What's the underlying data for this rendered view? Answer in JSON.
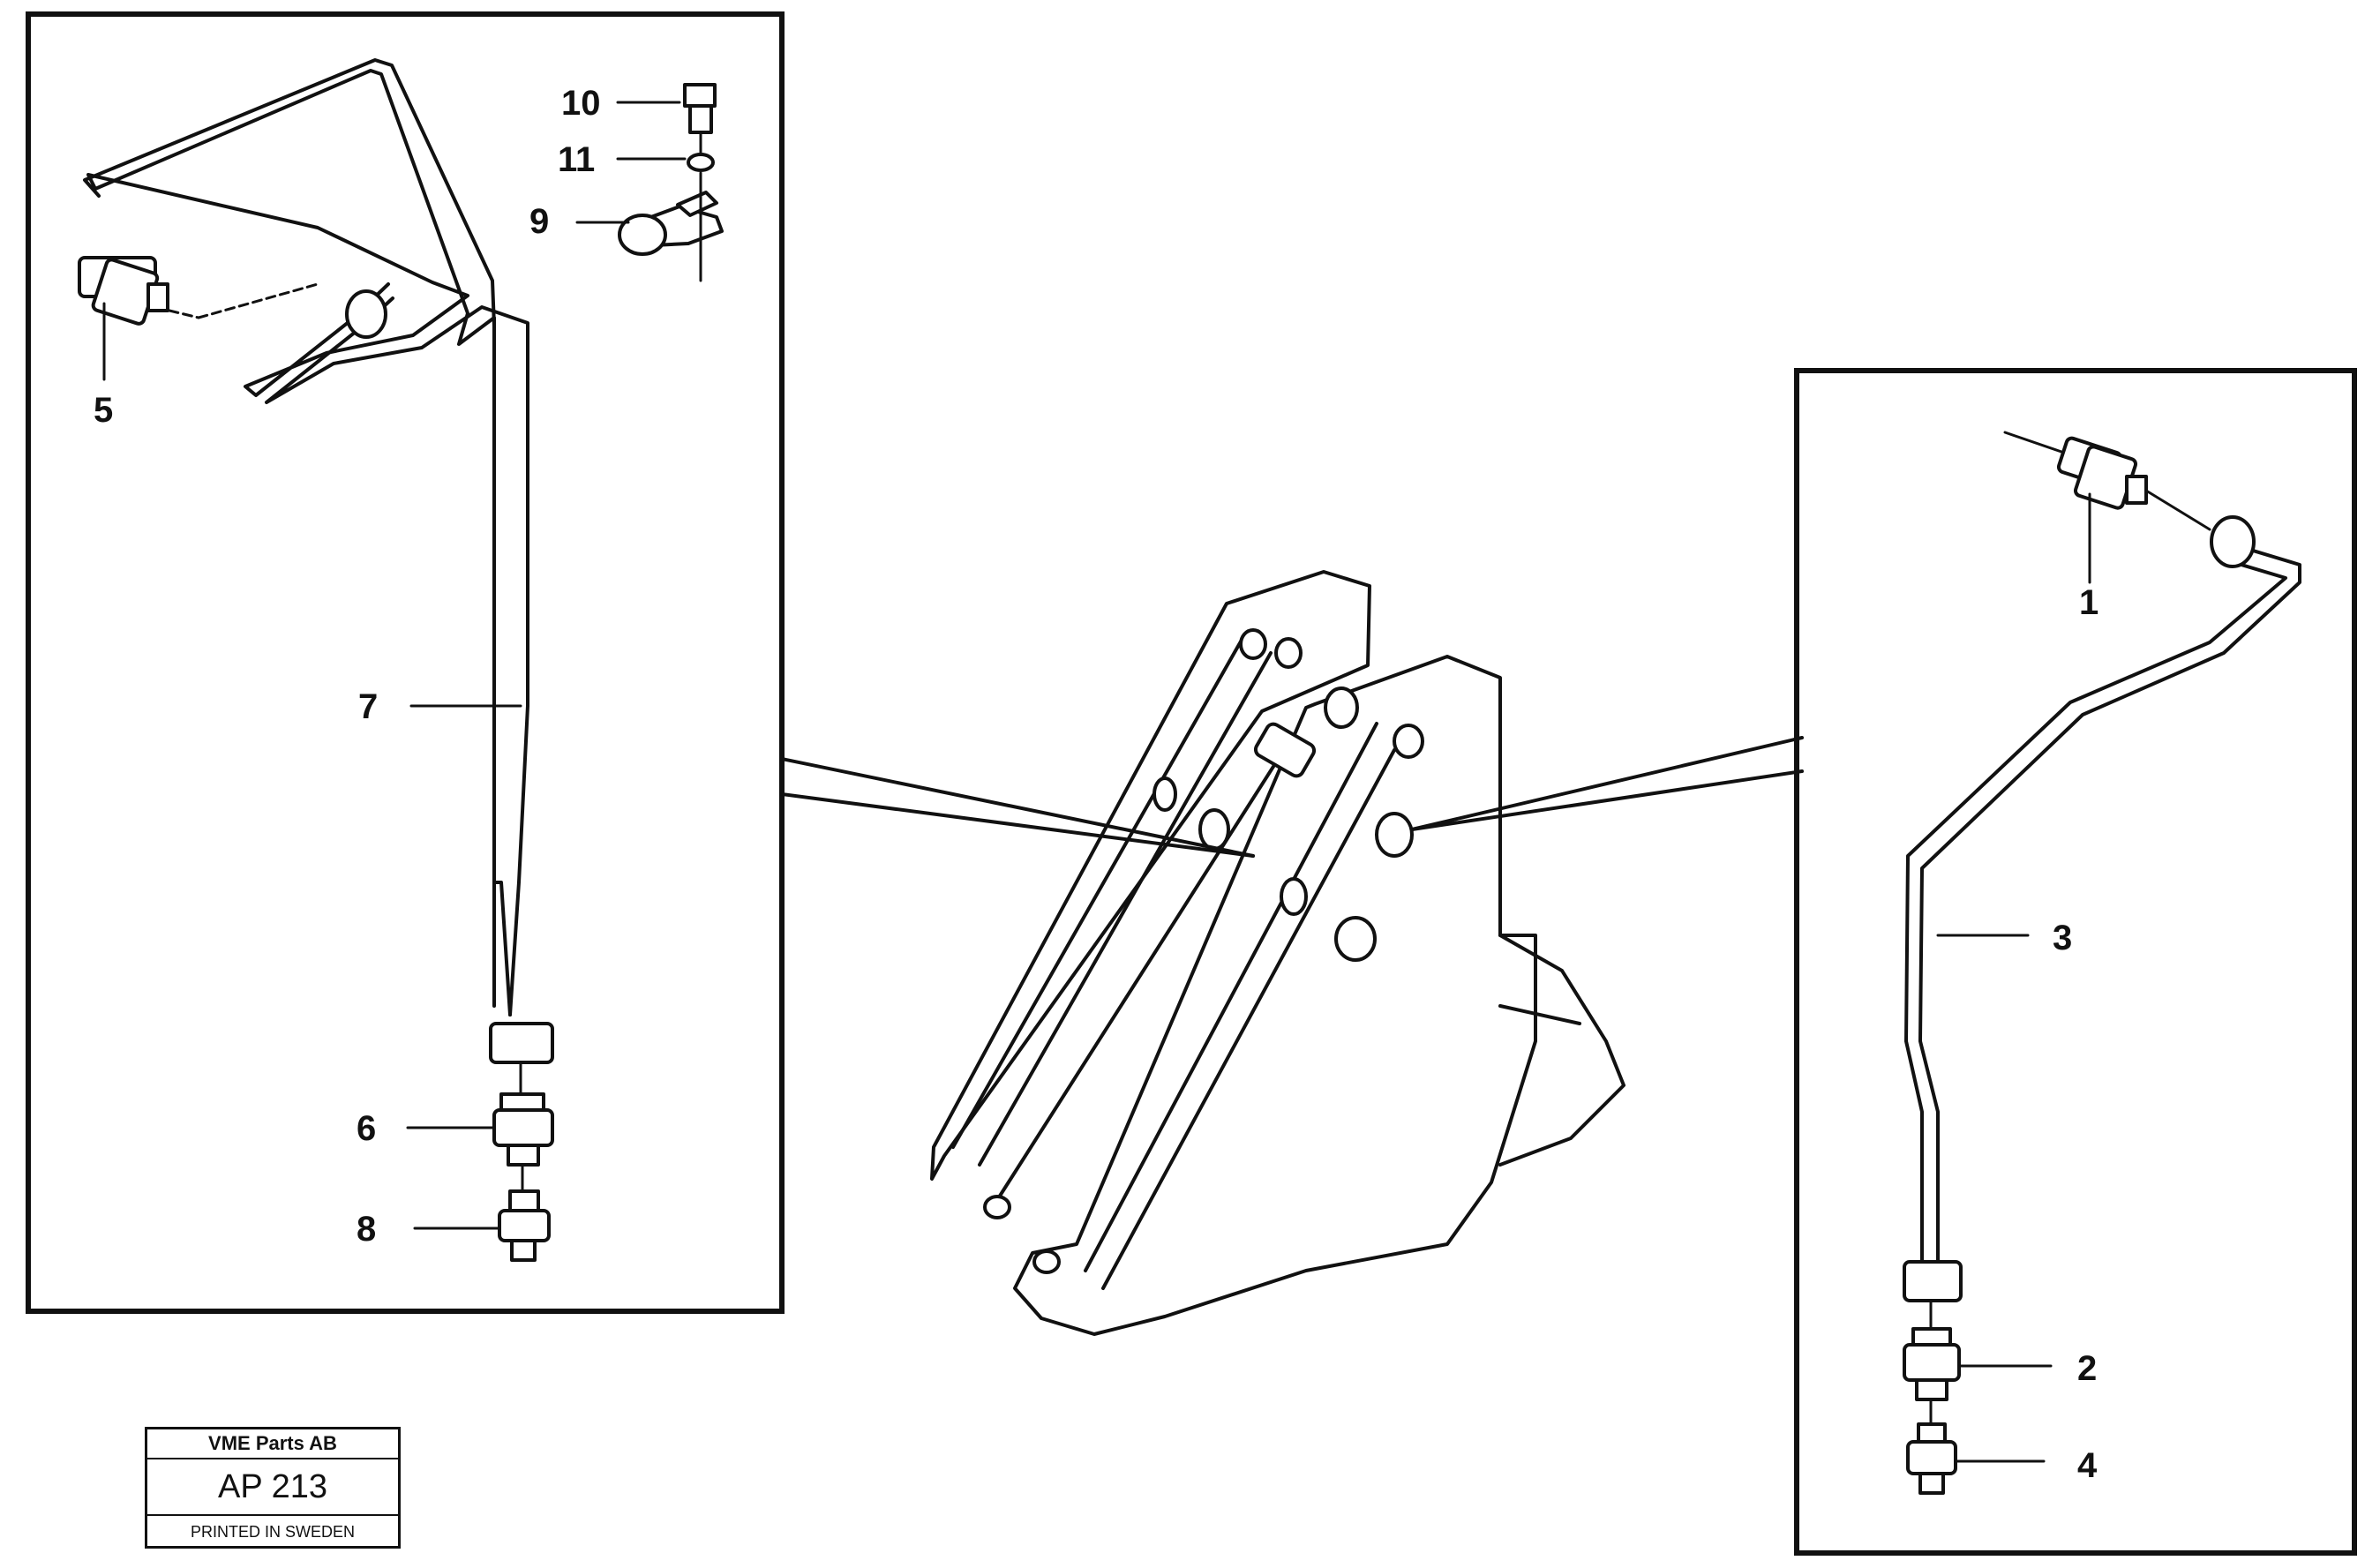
{
  "diagram": {
    "callouts": {
      "c1": "1",
      "c2": "2",
      "c3": "3",
      "c4": "4",
      "c5": "5",
      "c6": "6",
      "c7": "7",
      "c8": "8",
      "c9": "9",
      "c10": "10",
      "c11": "11"
    }
  },
  "stamp": {
    "company": "VME Parts AB",
    "code": "AP 213",
    "printed": "PRINTED IN SWEDEN"
  }
}
